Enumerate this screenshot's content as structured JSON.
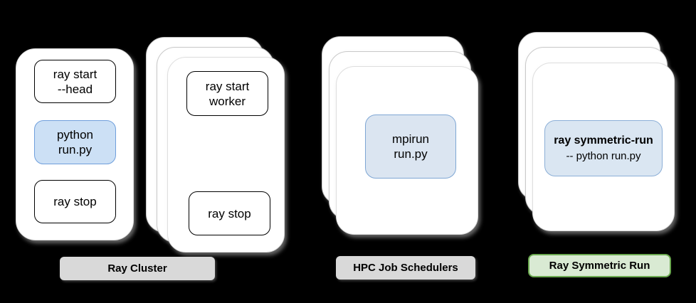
{
  "colors": {
    "background": "#000000",
    "card_fill": "#ffffff",
    "python_box_fill": "#cce0f5",
    "python_box_border": "#6f9fdc",
    "mpirun_box_fill": "#dbe5f1",
    "mpirun_box_border": "#7ea6d4",
    "symmetric_box_fill": "#dae6f2",
    "symmetric_box_border": "#8cafd7",
    "gray_label_fill": "#d9d9d9",
    "green_label_fill": "#d9ead3",
    "green_label_border": "#6aa84f"
  },
  "ray_cluster": {
    "head_node": {
      "ray_start_head": {
        "line1": "ray start",
        "line2": "--head"
      },
      "python_run": {
        "line1": "python",
        "line2": "run.py"
      },
      "ray_stop": "ray stop"
    },
    "worker_nodes": {
      "ray_start_worker": {
        "line1": "ray start",
        "line2": "worker"
      },
      "ray_stop": "ray stop"
    },
    "label": "Ray Cluster"
  },
  "hpc": {
    "mpirun": {
      "line1": "mpirun",
      "line2": "run.py"
    },
    "label": "HPC Job Schedulers"
  },
  "symmetric": {
    "command": {
      "line1": "ray symmetric-run",
      "line2": "-- python run.py"
    },
    "label": "Ray Symmetric Run"
  }
}
